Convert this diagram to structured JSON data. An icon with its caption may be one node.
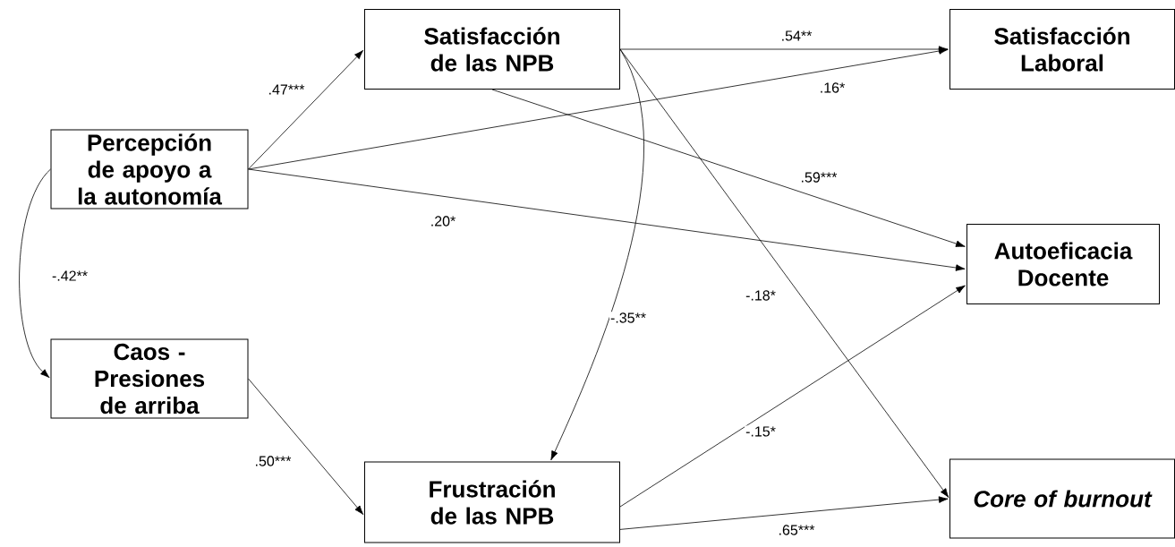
{
  "diagram": {
    "nodes": [
      {
        "text": [
          "Percepción de apoyo a la autonomía"
        ]
      },
      {
        "text": [
          "Caos - Presiones de arriba"
        ]
      },
      {
        "text": [
          "Satisfacción de las NPB"
        ]
      },
      {
        "text": [
          "Frustración de las NPB"
        ]
      },
      {
        "text": [
          "Satisfacción Laboral"
        ]
      },
      {
        "text": [
          "Autoeficacia Docente"
        ]
      },
      {
        "text": [
          "Core of burnout"
        ]
      }
    ],
    "edges": [
      {
        "from": 0,
        "to": 2,
        "arrow": "to",
        "label": ".47***"
      },
      {
        "from": 0,
        "to": 4,
        "arrow": "to",
        "label": ".16*"
      },
      {
        "from": 0,
        "to": 5,
        "arrow": "to",
        "label": ".20*"
      },
      {
        "from": 0,
        "to": 1,
        "arrow": "to",
        "label": "-.42**"
      },
      {
        "from": 1,
        "to": 3,
        "arrow": "to",
        "label": ".50***"
      },
      {
        "from": 2,
        "to": 4,
        "arrow": "to",
        "label": ".54**"
      },
      {
        "from": 2,
        "to": 5,
        "arrow": "to",
        "label": ".59***"
      },
      {
        "from": 2,
        "to": 6,
        "arrow": "to",
        "label": "-.18*"
      },
      {
        "from": 2,
        "to": 3,
        "arrow": "to",
        "label": "-.35**"
      },
      {
        "from": 3,
        "to": 5,
        "arrow": "to",
        "label": "-.15*"
      },
      {
        "from": 3,
        "to": 6,
        "arrow": "to",
        "label": ".65***"
      }
    ]
  }
}
